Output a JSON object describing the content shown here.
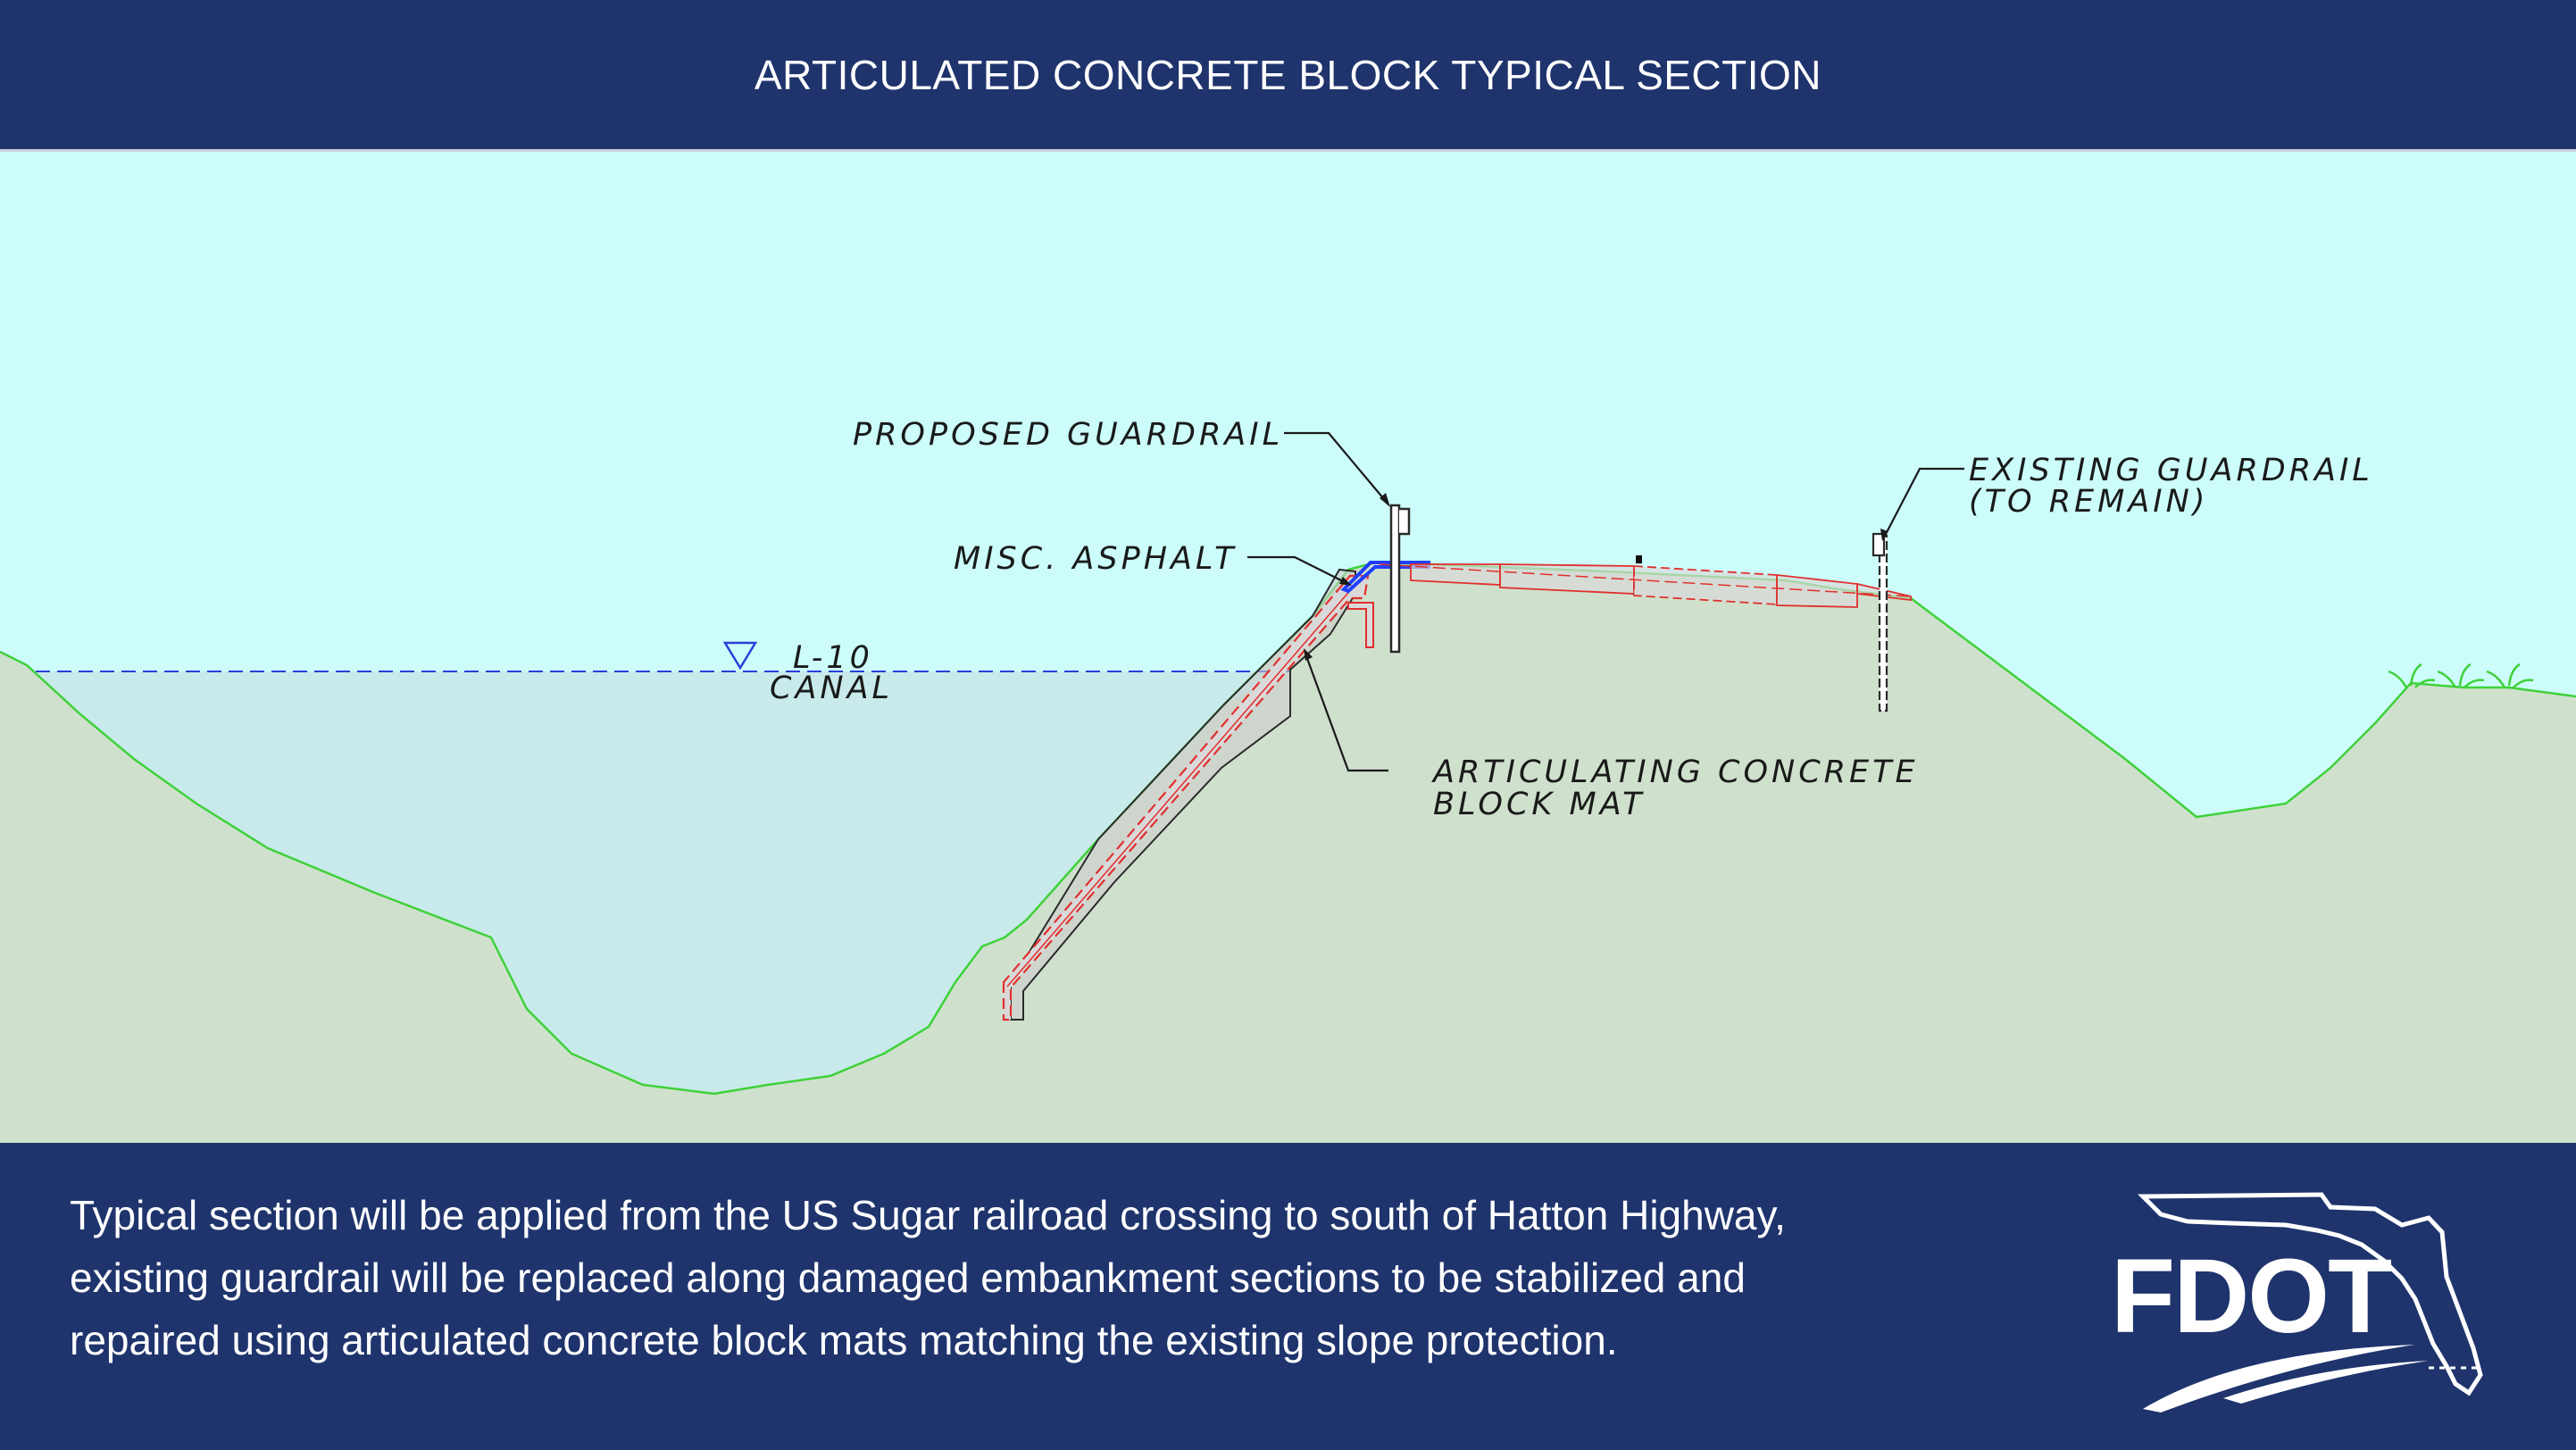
{
  "header": {
    "title": "ARTICULATED CONCRETE BLOCK TYPICAL SECTION"
  },
  "diagram": {
    "labels": {
      "proposed_guardrail": "PROPOSED GUARDRAIL",
      "misc_asphalt": "MISC. ASPHALT",
      "canal_line1": "L-10",
      "canal_line2": "CANAL",
      "acb_line1": "ARTICULATING CONCRETE",
      "acb_line2": "BLOCK MAT",
      "existing_line1": "EXISTING GUARDRAIL",
      "existing_line2": "(TO REMAIN)"
    },
    "colors": {
      "sky": "#ccfdfb",
      "ground": "#cfe1cd",
      "water": "#c8eaea",
      "ground_line": "#3fd13a",
      "water_line": "#2a3fd8",
      "mat_outline": "#e0302e",
      "asphalt": "#1f3fff"
    }
  },
  "footer": {
    "caption_lines": [
      "Typical section will be applied from the US Sugar railroad crossing to south of Hatton Highway,",
      "existing guardrail will be replaced along damaged embankment sections to be stabilized and",
      "repaired using articulated concrete block mats matching the existing slope protection."
    ],
    "logo_text": "FDOT"
  }
}
